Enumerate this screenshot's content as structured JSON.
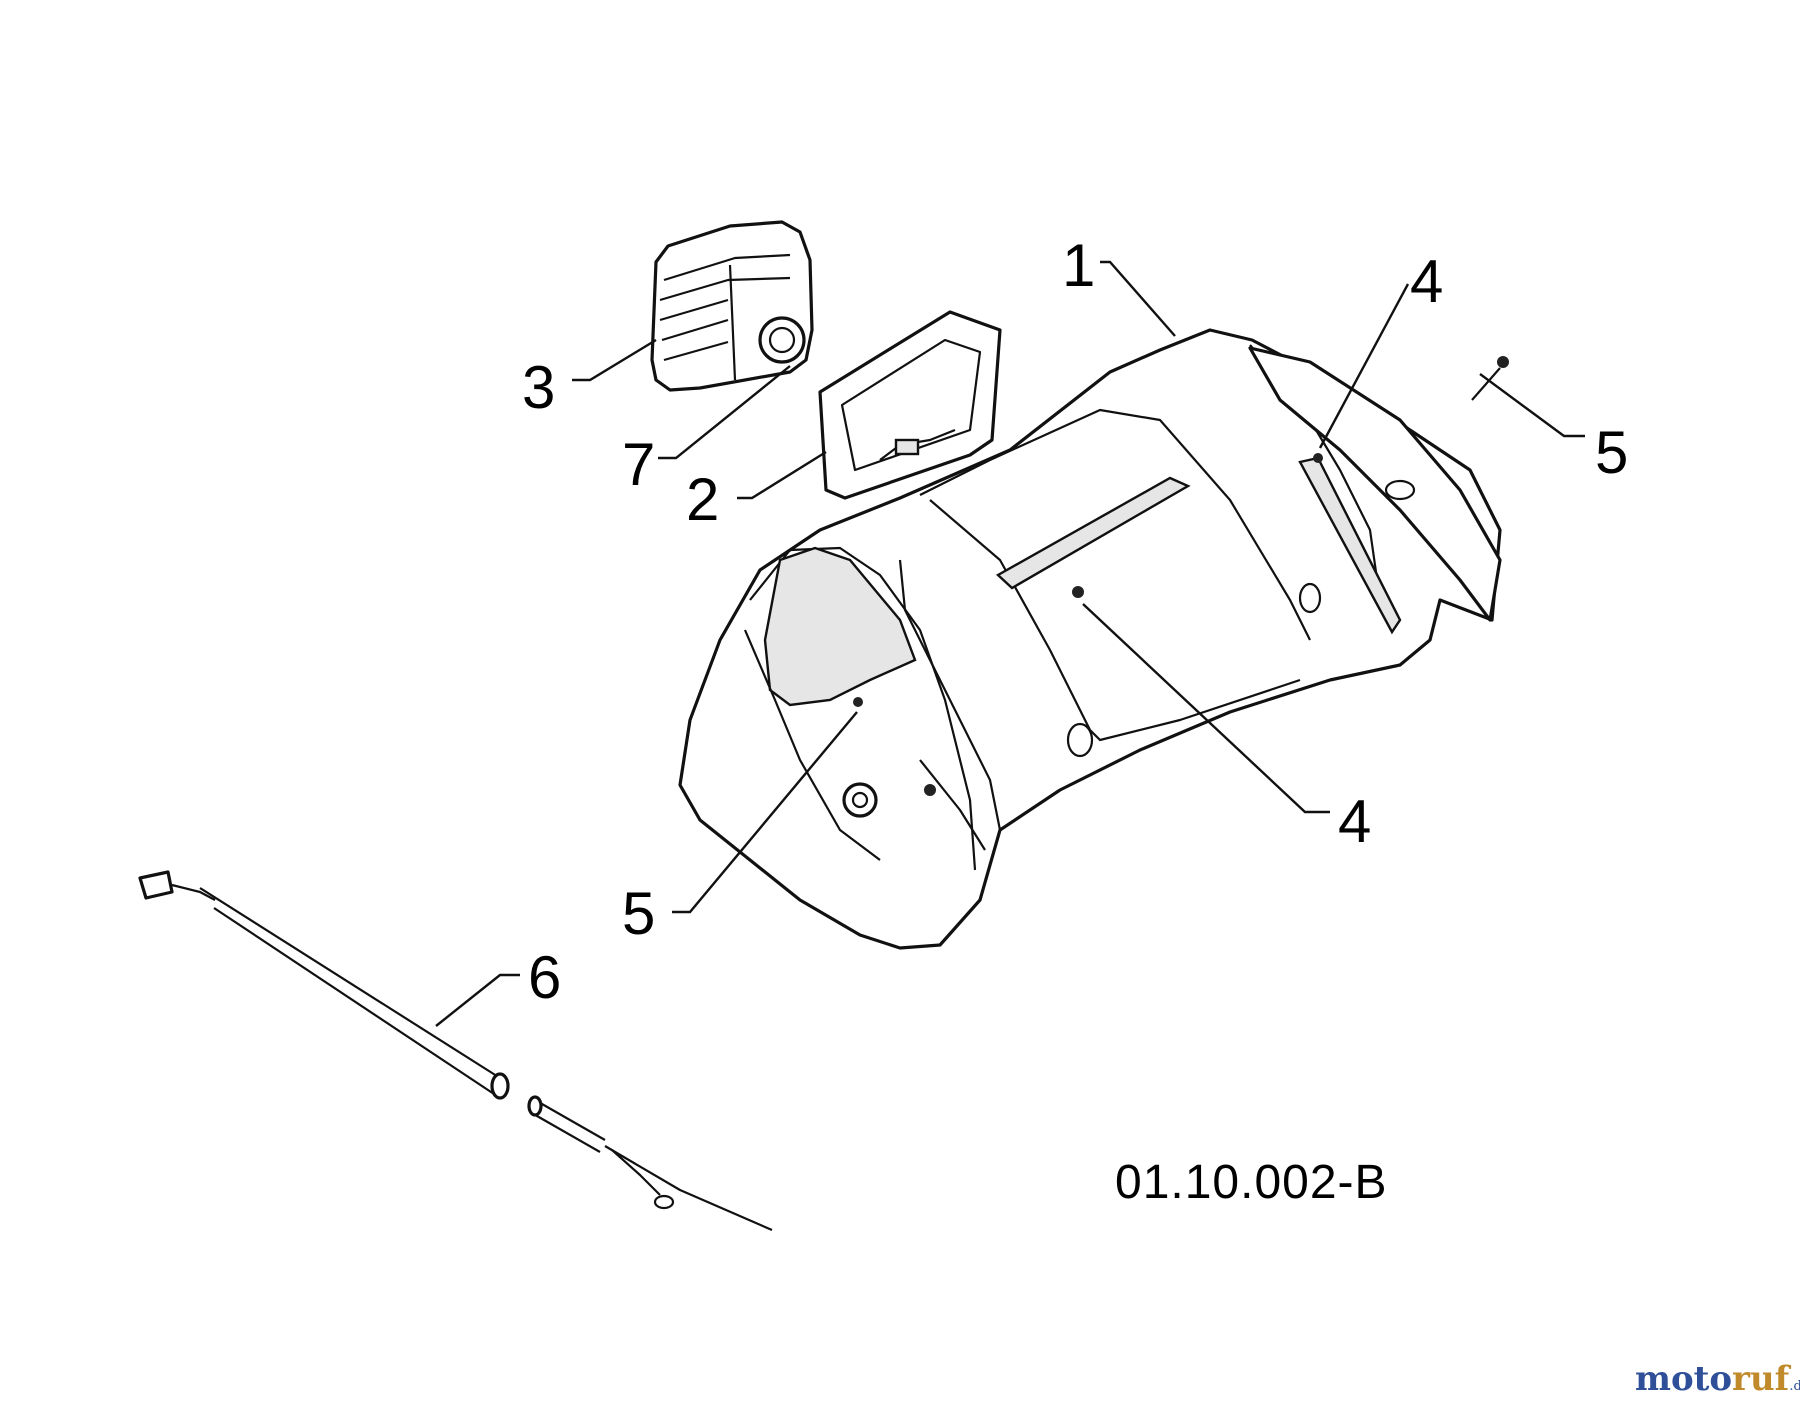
{
  "diagram": {
    "callouts": [
      {
        "id": "c1",
        "text": "1"
      },
      {
        "id": "c2",
        "text": "2"
      },
      {
        "id": "c3",
        "text": "3"
      },
      {
        "id": "c4a",
        "text": "4"
      },
      {
        "id": "c4b",
        "text": "4"
      },
      {
        "id": "c5a",
        "text": "5"
      },
      {
        "id": "c5b",
        "text": "5"
      },
      {
        "id": "c6",
        "text": "6"
      },
      {
        "id": "c7",
        "text": "7"
      }
    ],
    "drawing_code": "01.10.002-B"
  },
  "watermark": {
    "part1": "moto",
    "part2": "ruf",
    "suffix": ".de"
  }
}
